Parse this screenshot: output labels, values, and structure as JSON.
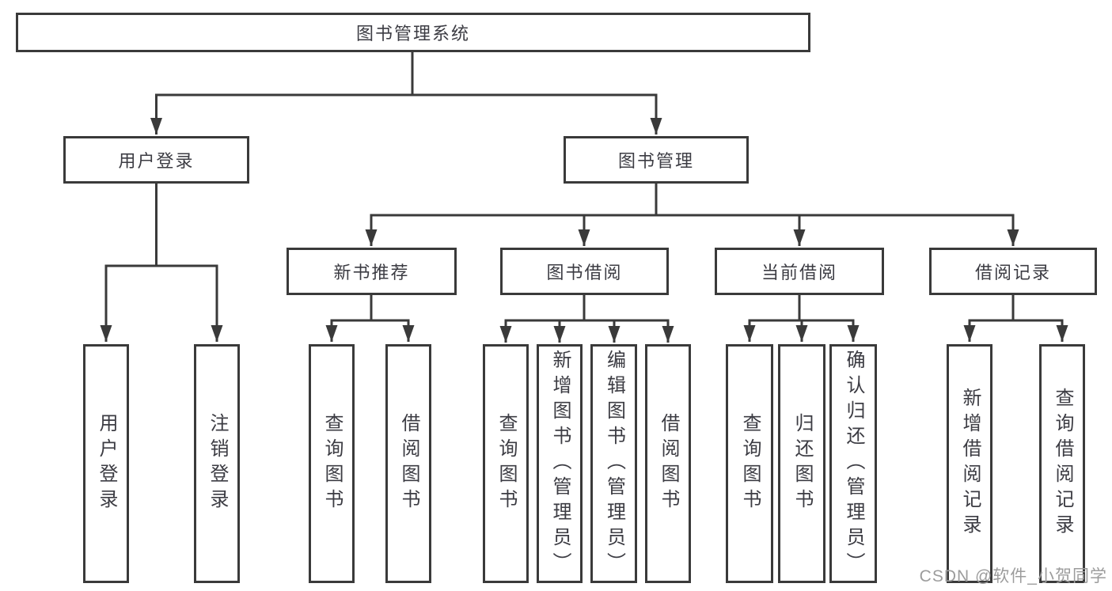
{
  "tree": {
    "root": {
      "label": "图书管理系统"
    },
    "branches": [
      {
        "label": "用户登录",
        "children": [
          {
            "label": "用户登录"
          },
          {
            "label": "注销登录"
          }
        ]
      },
      {
        "label": "图书管理",
        "groups": [
          {
            "label": "新书推荐",
            "children": [
              {
                "label": "查询图书"
              },
              {
                "label": "借阅图书"
              }
            ]
          },
          {
            "label": "图书借阅",
            "children": [
              {
                "label": "查询图书"
              },
              {
                "label": "新增图书（管理员）"
              },
              {
                "label": "编辑图书（管理员）"
              },
              {
                "label": "借阅图书"
              }
            ]
          },
          {
            "label": "当前借阅",
            "children": [
              {
                "label": "查询图书"
              },
              {
                "label": "归还图书"
              },
              {
                "label": "确认归还（管理员）"
              }
            ]
          },
          {
            "label": "借阅记录",
            "children": [
              {
                "label": "新增借阅记录"
              },
              {
                "label": "查询借阅记录"
              }
            ]
          }
        ]
      }
    ]
  },
  "watermark": "CSDN @软件_小贺同学",
  "colors": {
    "line": "#3a3a3a",
    "text": "#3c3c43",
    "watermark": "#9c9c9c",
    "background": "#ffffff"
  }
}
